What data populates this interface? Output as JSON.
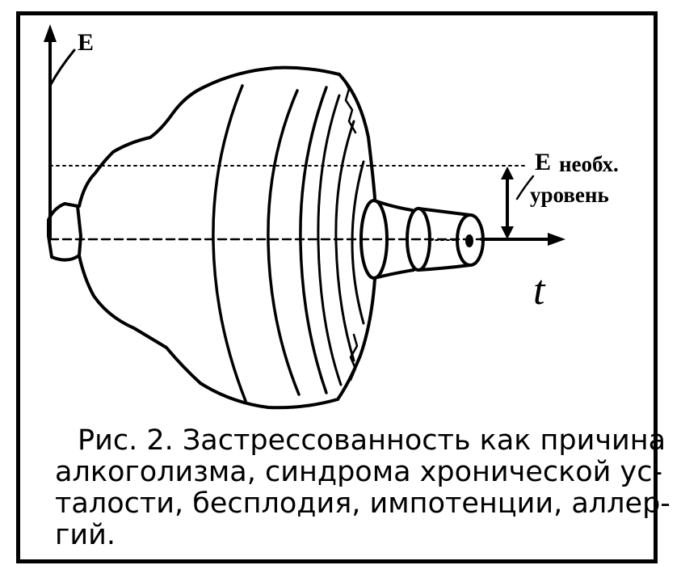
{
  "diagram": {
    "axis_y_label": "E",
    "level_label_letter": "E",
    "level_label_line1": "необх.",
    "level_label_line2": "уровень",
    "axis_x_label": "t"
  },
  "caption": {
    "line1": "Рис. 2. Застрессованность как причина",
    "line2": "алкоголизма, синдрома хронической ус-",
    "line3": "талости, бесплодия, импотенции, аллер-",
    "line4": "гий."
  }
}
